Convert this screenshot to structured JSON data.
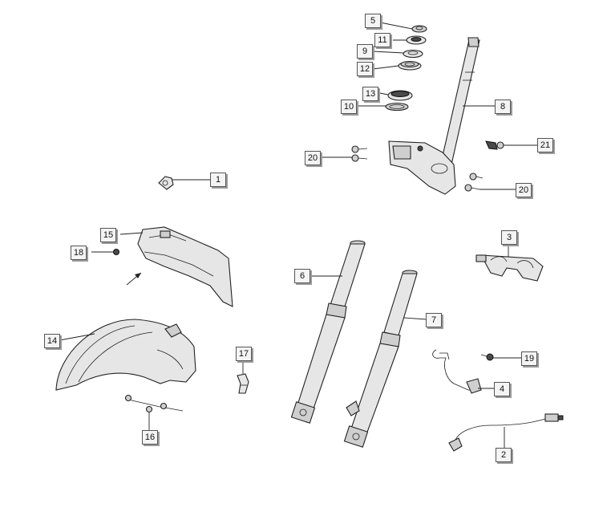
{
  "callouts": [
    {
      "id": "c1",
      "text": "1"
    },
    {
      "id": "c2",
      "text": "2"
    },
    {
      "id": "c3",
      "text": "3"
    },
    {
      "id": "c4",
      "text": "4"
    },
    {
      "id": "c5",
      "text": "5"
    },
    {
      "id": "c6",
      "text": "6"
    },
    {
      "id": "c7",
      "text": "7"
    },
    {
      "id": "c8",
      "text": "8"
    },
    {
      "id": "c9",
      "text": "9"
    },
    {
      "id": "c10",
      "text": "10"
    },
    {
      "id": "c11",
      "text": "11"
    },
    {
      "id": "c12",
      "text": "12"
    },
    {
      "id": "c13",
      "text": "13"
    },
    {
      "id": "c14",
      "text": "14"
    },
    {
      "id": "c15",
      "text": "15"
    },
    {
      "id": "c16",
      "text": "16"
    },
    {
      "id": "c17",
      "text": "17"
    },
    {
      "id": "c18",
      "text": "18"
    },
    {
      "id": "c19",
      "text": "19"
    },
    {
      "id": "c20a",
      "text": "20"
    },
    {
      "id": "c20b",
      "text": "20"
    },
    {
      "id": "c21",
      "text": "21"
    }
  ]
}
